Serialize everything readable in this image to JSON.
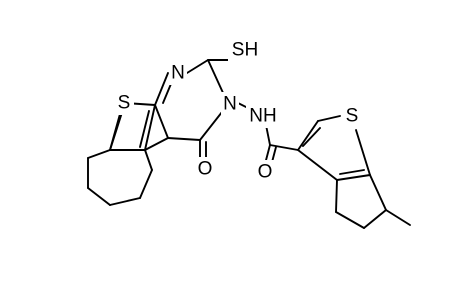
{
  "molecule": {
    "atoms": {
      "s_left": "S",
      "n_ring": "N",
      "sh_group": "SH",
      "n_imide": "N",
      "o_ring": "O",
      "nh_amide": "NH",
      "o_amide": "O",
      "s_right": "S"
    },
    "colors": {
      "bond": "#000000",
      "label": "#000000",
      "background": "#ffffff"
    }
  }
}
